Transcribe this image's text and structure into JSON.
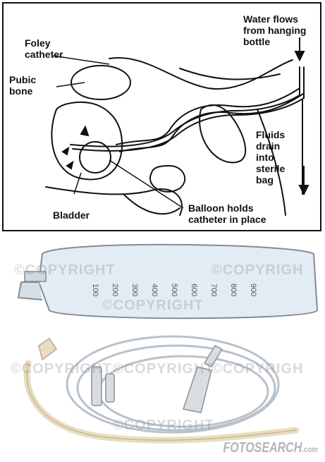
{
  "diagram": {
    "labels": {
      "water": "Water flows\nfrom hanging\nbottle",
      "foley": "Foley\ncatheter",
      "pubic": "Pubic\nbone",
      "fluids": "Fluids\ndrain\ninto\nsterile\nbag",
      "bladder": "Bladder",
      "balloon": "Balloon holds\ncatheter in place"
    }
  },
  "photo": {
    "watermarks": [
      "©COPYRIGHT",
      "©COPYRIGH",
      "©COPYRIGHT",
      "©COPYRIGHT",
      "©COPYRIGHT",
      "©COPYRIGH",
      "©COPYRIGHT"
    ],
    "scale": [
      "900",
      "800",
      "700",
      "600",
      "500",
      "400",
      "300",
      "200",
      "100"
    ],
    "logo": "FOTOSEARCH",
    "logo_suffix": ".com"
  }
}
